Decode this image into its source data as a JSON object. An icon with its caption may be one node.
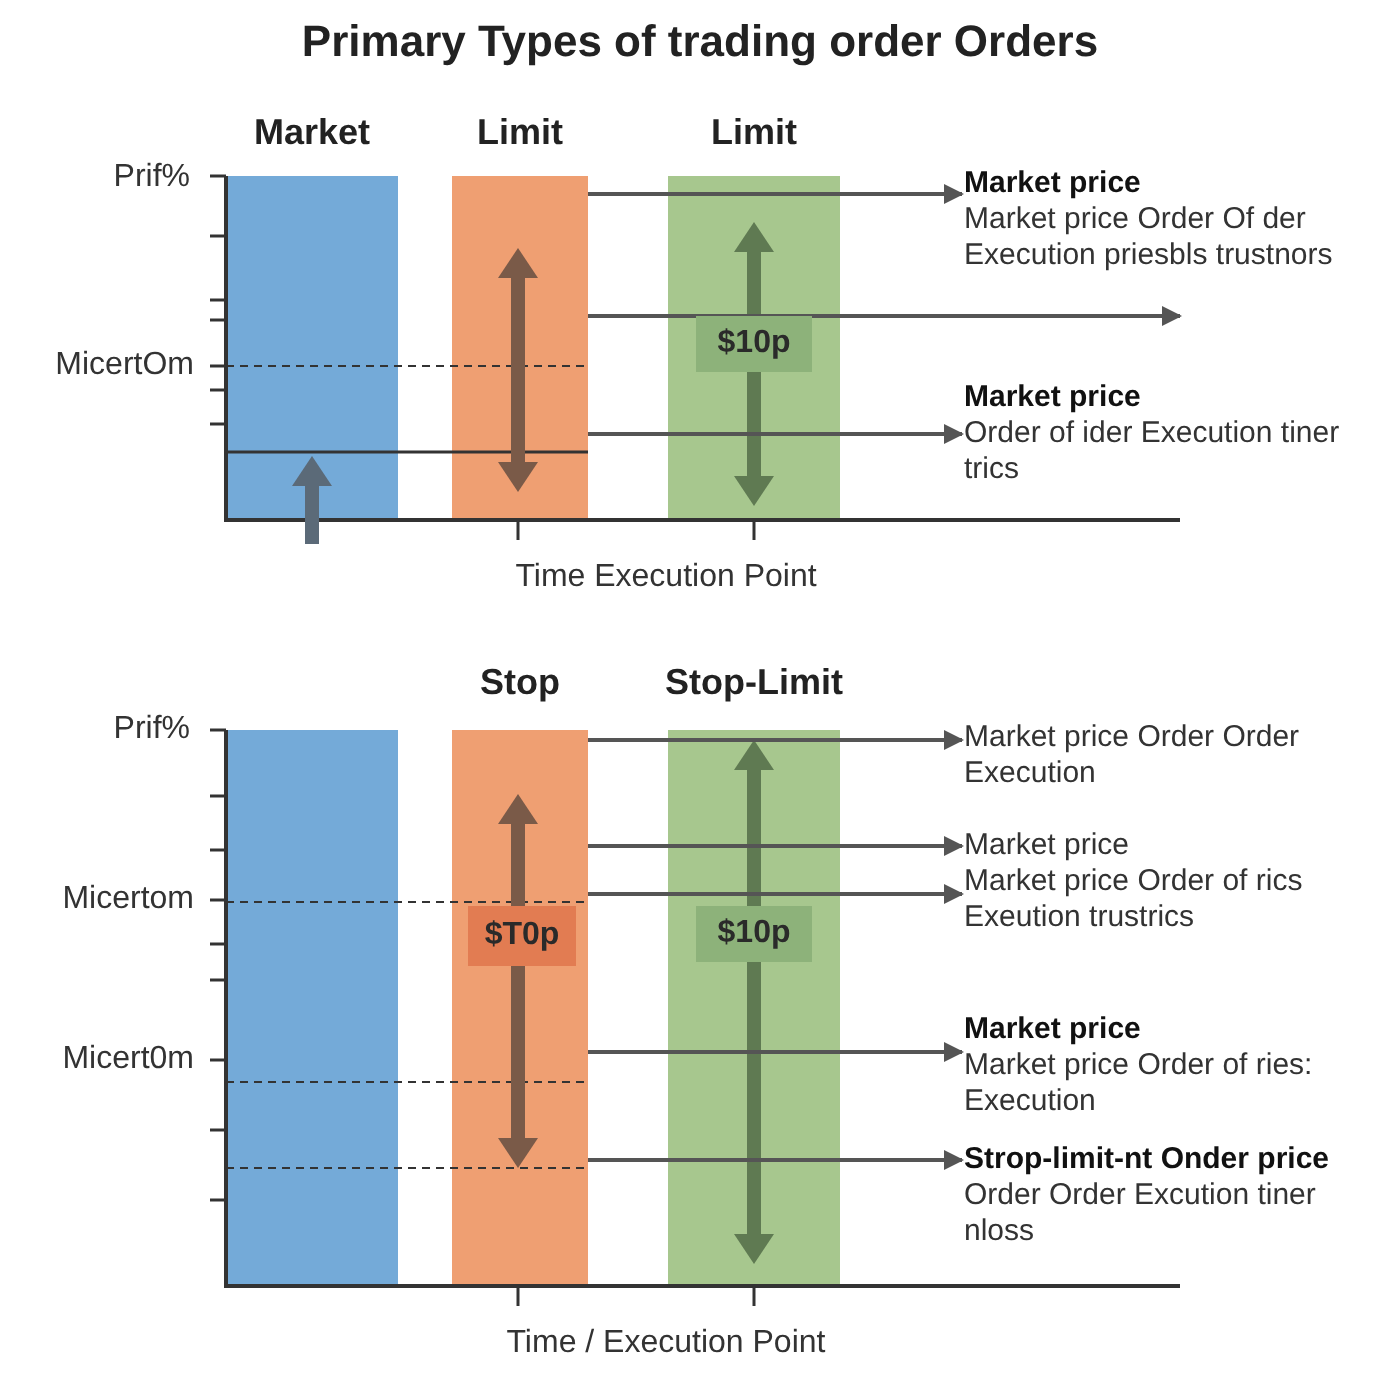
{
  "diagram": {
    "title": "Primary Types of trading order Orders",
    "nodes": [
      {
        "text": [
          "Market"
        ]
      },
      {
        "text": [
          "Limit"
        ]
      },
      {
        "text": [
          "Limit"
        ]
      },
      {
        "text": [
          "Market price",
          "Market price Order Of der Execution priesbls trustnors"
        ]
      },
      {
        "text": [
          "Market price",
          "Order of ider Execution tiner trics"
        ]
      },
      {
        "text": [
          "$10p"
        ],
        "in": 2
      },
      {
        "text": [],
        "shape": "bar"
      },
      {
        "text": [
          "Stop"
        ]
      },
      {
        "text": [
          "Stop-Limit"
        ]
      },
      {
        "text": [
          "$T0p"
        ],
        "in": 7
      },
      {
        "text": [
          "$10p"
        ],
        "in": 8
      },
      {
        "text": [
          "Market price Order Order Execution"
        ]
      },
      {
        "text": [
          "Market price"
        ]
      },
      {
        "text": [
          "Market price Order of rics Exeution trustrics"
        ]
      },
      {
        "text": [
          "Market price",
          "Market price Order of ries: Execution"
        ]
      },
      {
        "text": [
          "Strop-limit-nt Onder price",
          "Order Order Excution tiner nloss"
        ]
      }
    ],
    "edges": [
      {
        "from": 1,
        "to": 3,
        "arrow": "to"
      },
      {
        "from": 1,
        "to": 3,
        "arrow": "to"
      },
      {
        "from": 1,
        "to": 4,
        "arrow": "to"
      },
      {
        "from": 7,
        "to": 11,
        "arrow": "to"
      },
      {
        "from": 7,
        "to": 12,
        "arrow": "to"
      },
      {
        "from": 7,
        "to": 13,
        "arrow": "to"
      },
      {
        "from": 7,
        "to": 14,
        "arrow": "to"
      },
      {
        "from": 7,
        "to": 15,
        "arrow": "to"
      }
    ],
    "labels": [
      "Prif%",
      "MicertOm",
      "Time Execution Point",
      "Prif%",
      "Micertom",
      "Micert0m",
      "Time / Execution Point"
    ]
  }
}
